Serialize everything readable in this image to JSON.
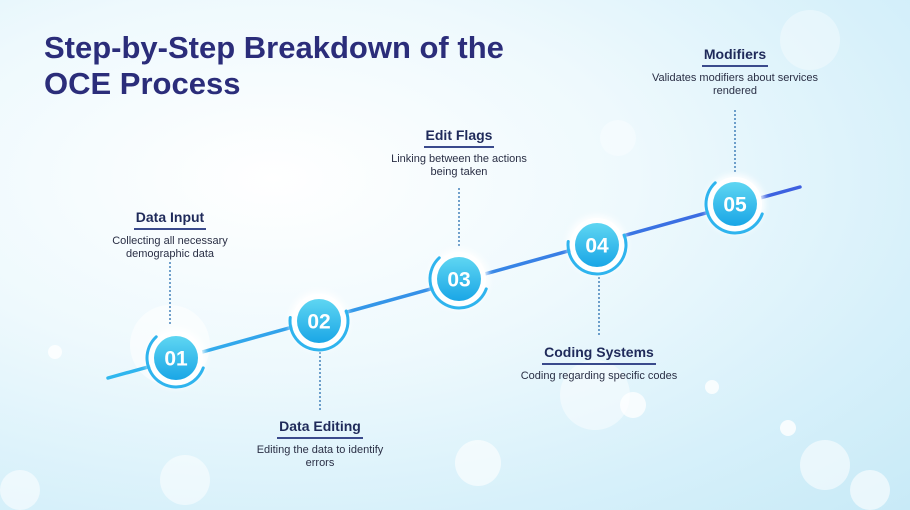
{
  "title": "Step-by-Step Breakdown of the OCE Process",
  "colors": {
    "title": "#2b2d7a",
    "line": "#3d6fe0",
    "node_start": "#5fd6f2",
    "node_end": "#1aa6e6",
    "ring": "#2fb4ee",
    "connector": "#2a6fb0"
  },
  "steps": [
    {
      "number": "01",
      "title": "Data Input",
      "description": "Collecting all necessary demographic data"
    },
    {
      "number": "02",
      "title": "Data Editing",
      "description": "Editing the data to identify errors"
    },
    {
      "number": "03",
      "title": "Edit Flags",
      "description": "Linking between the actions being taken"
    },
    {
      "number": "04",
      "title": "Coding Systems",
      "description": "Coding regarding specific codes"
    },
    {
      "number": "05",
      "title": "Modifiers",
      "description": "Validates modifiers about services rendered"
    }
  ]
}
